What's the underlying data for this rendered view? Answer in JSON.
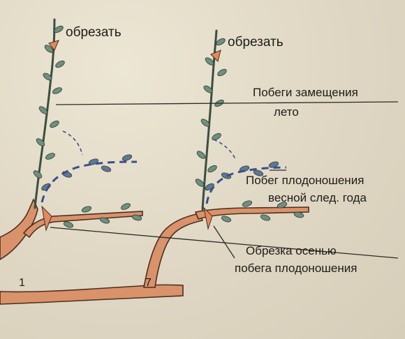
{
  "labels": {
    "cut_left": "обрезать",
    "cut_right": "обрезать",
    "replacement_shoots": "Побеги замещения",
    "summer": "лето",
    "fruiting_shoot": "Побег плодоношения",
    "next_year_spring": "весной след. года",
    "autumn_pruning": "Обрезка осенью",
    "of_fruiting_shoot": "побега плодоношения",
    "mark_1": "1",
    "mark_7": "7"
  },
  "colors": {
    "branch": "#d9926a",
    "branch_outline": "#4a2f22",
    "shoot": "#3a4f3f",
    "leaf": "#6f8f7f",
    "dashed_shoot": "#3b4e8c",
    "cut_marker": "#e08a60",
    "leader_line": "#2b2a28"
  }
}
